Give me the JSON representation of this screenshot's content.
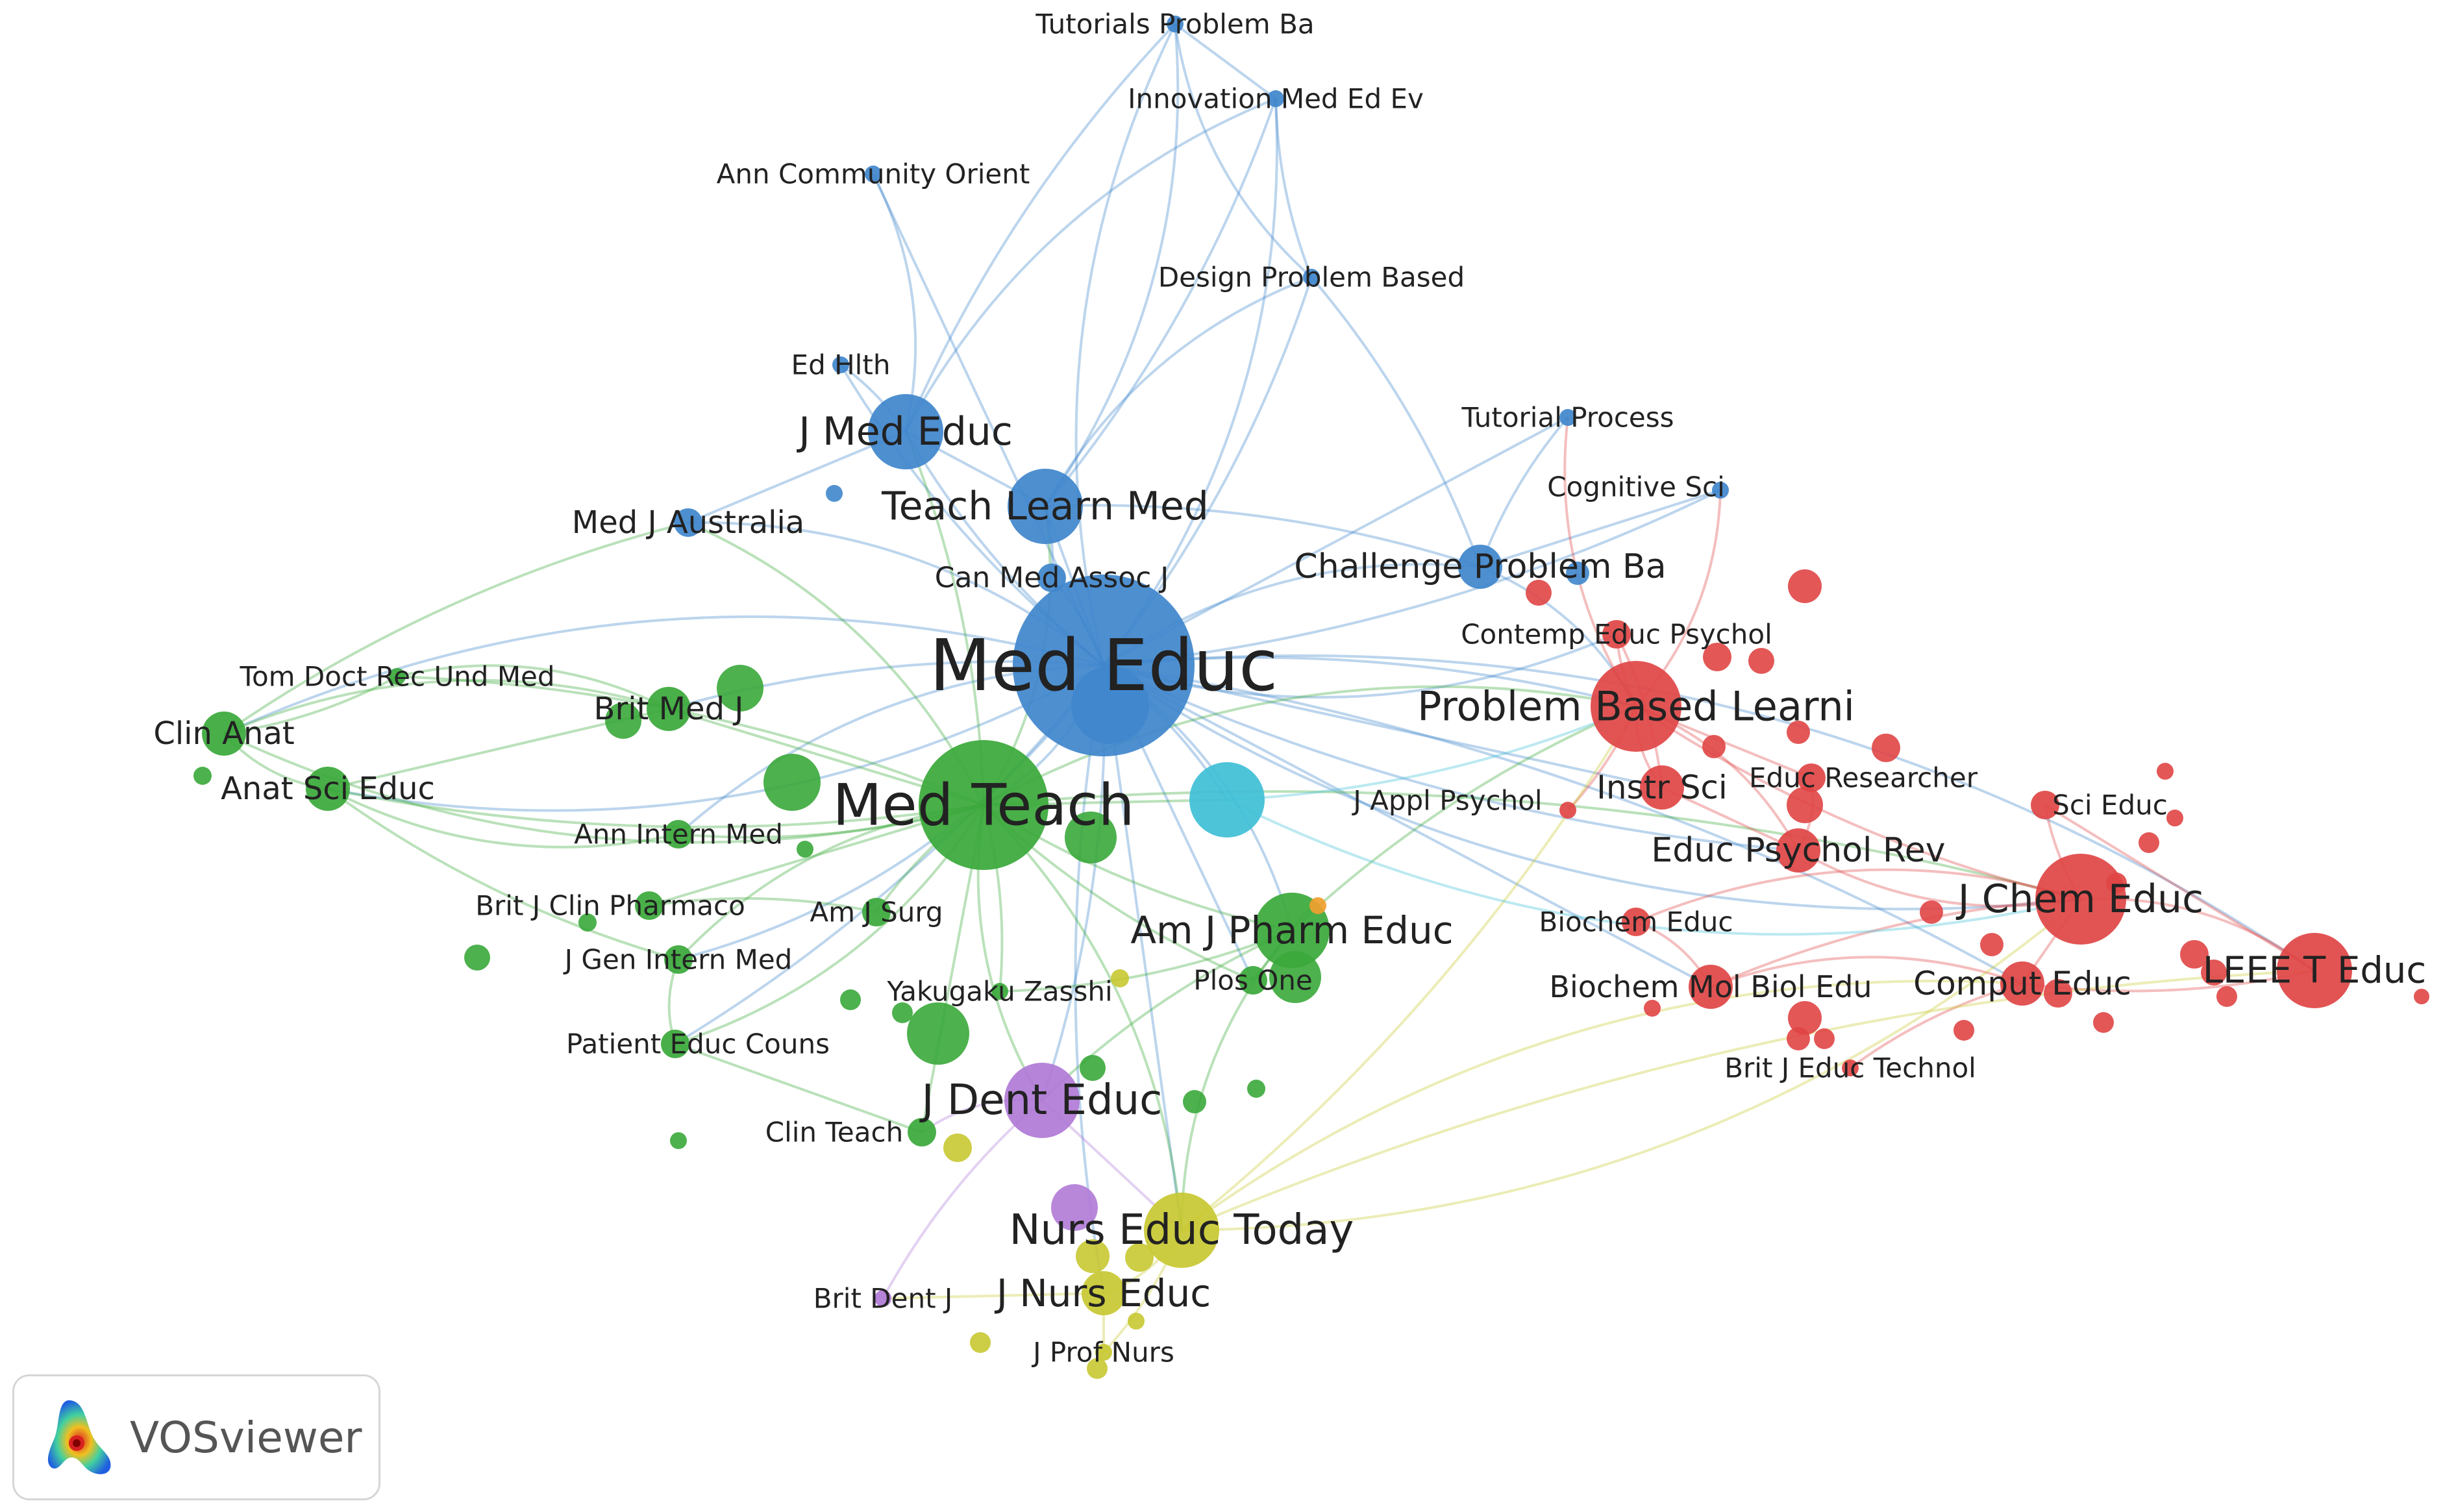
{
  "clusters": {
    "blue": "#3f86cc",
    "red": "#e04545",
    "green": "#3aa83a",
    "yellow": "#c8c832",
    "purple": "#b07ad6",
    "cyan": "#3fbfd6",
    "orange": "#f0a030"
  },
  "nodes": [
    {
      "id": "med-educ",
      "label": "Med Educ",
      "cluster": "blue",
      "size": 10
    },
    {
      "id": "med-teach",
      "label": "Med Teach",
      "cluster": "green",
      "size": 8
    },
    {
      "id": "j-med-educ",
      "label": "J Med Educ",
      "cluster": "blue",
      "size": 4
    },
    {
      "id": "teach-learn-med",
      "label": "Teach Learn Med",
      "cluster": "blue",
      "size": 4
    },
    {
      "id": "can-med-assoc-j",
      "label": "Can Med Assoc J",
      "cluster": "blue",
      "size": 2
    },
    {
      "id": "med-j-australia",
      "label": "Med J Australia",
      "cluster": "blue",
      "size": 2
    },
    {
      "id": "ed-hlth",
      "label": "Ed Hlth",
      "cluster": "blue",
      "size": 1
    },
    {
      "id": "ann-community-orient",
      "label": "Ann Community Orient",
      "cluster": "blue",
      "size": 1
    },
    {
      "id": "tutorials-problem-ba",
      "label": "Tutorials Problem Ba",
      "cluster": "blue",
      "size": 1
    },
    {
      "id": "innovation-med-ed-ev",
      "label": "Innovation Med Ed Ev",
      "cluster": "blue",
      "size": 1
    },
    {
      "id": "design-problem-based",
      "label": "Design Problem Based",
      "cluster": "blue",
      "size": 1
    },
    {
      "id": "tutorial-process",
      "label": "Tutorial Process",
      "cluster": "blue",
      "size": 1
    },
    {
      "id": "cognitive-sci",
      "label": "Cognitive Sci",
      "cluster": "blue",
      "size": 1
    },
    {
      "id": "challenge-problem-ba",
      "label": "Challenge Problem Ba",
      "cluster": "blue",
      "size": 3
    },
    {
      "id": "problem-based-learni",
      "label": "Problem Based Learni",
      "cluster": "red",
      "size": 5
    },
    {
      "id": "contemp-educ-psychol",
      "label": "Contemp Educ Psychol",
      "cluster": "red",
      "size": 2
    },
    {
      "id": "instr-sci",
      "label": "Instr Sci",
      "cluster": "red",
      "size": 3
    },
    {
      "id": "educ-researcher",
      "label": "Educ Researcher",
      "cluster": "red",
      "size": 2
    },
    {
      "id": "educ-psychol-rev",
      "label": "Educ Psychol Rev",
      "cluster": "red",
      "size": 3
    },
    {
      "id": "j-appl-psychol",
      "label": "J Appl Psychol",
      "cluster": "red",
      "size": 1
    },
    {
      "id": "sci-educ",
      "label": "Sci Educ",
      "cluster": "red",
      "size": 2
    },
    {
      "id": "j-chem-educ",
      "label": "J Chem Educ",
      "cluster": "red",
      "size": 5
    },
    {
      "id": "leee-t-educ",
      "label": "LEEE T Educ",
      "cluster": "red",
      "size": 4
    },
    {
      "id": "biochem-educ",
      "label": "Biochem Educ",
      "cluster": "red",
      "size": 2
    },
    {
      "id": "biochem-mol-biol-edu",
      "label": "Biochem Mol Biol Edu",
      "cluster": "red",
      "size": 3
    },
    {
      "id": "comput-educ",
      "label": "Comput Educ",
      "cluster": "red",
      "size": 3
    },
    {
      "id": "brit-j-educ-technol",
      "label": "Brit J Educ Technol",
      "cluster": "red",
      "size": 1
    },
    {
      "id": "tom-doct-rec-und-med",
      "label": "Tom Doct Rec Und Med",
      "cluster": "green",
      "size": 1
    },
    {
      "id": "clin-anat",
      "label": "Clin Anat",
      "cluster": "green",
      "size": 3
    },
    {
      "id": "anat-sci-educ",
      "label": "Anat Sci Educ",
      "cluster": "green",
      "size": 3
    },
    {
      "id": "brit-med-j",
      "label": "Brit Med J",
      "cluster": "green",
      "size": 3
    },
    {
      "id": "ann-intern-med",
      "label": "Ann Intern Med",
      "cluster": "green",
      "size": 2
    },
    {
      "id": "brit-j-clin-pharmaco",
      "label": "Brit J Clin Pharmaco",
      "cluster": "green",
      "size": 2
    },
    {
      "id": "am-j-surg",
      "label": "Am J Surg",
      "cluster": "green",
      "size": 2
    },
    {
      "id": "j-gen-intern-med",
      "label": "J Gen Intern Med",
      "cluster": "green",
      "size": 2
    },
    {
      "id": "patient-educ-couns",
      "label": "Patient Educ Couns",
      "cluster": "green",
      "size": 2
    },
    {
      "id": "yakugaku-zasshi",
      "label": "Yakugaku Zasshi",
      "cluster": "green",
      "size": 1
    },
    {
      "id": "am-j-pharm-educ",
      "label": "Am J Pharm Educ",
      "cluster": "green",
      "size": 4
    },
    {
      "id": "plos-one",
      "label": "Plos One",
      "cluster": "green",
      "size": 2
    },
    {
      "id": "clin-teach",
      "label": "Clin Teach",
      "cluster": "green",
      "size": 2
    },
    {
      "id": "j-dent-educ",
      "label": "J Dent Educ",
      "cluster": "purple",
      "size": 4
    },
    {
      "id": "brit-dent-j",
      "label": "Brit Dent J",
      "cluster": "purple",
      "size": 1
    },
    {
      "id": "nurs-educ-today",
      "label": "Nurs Educ Today",
      "cluster": "yellow",
      "size": 4
    },
    {
      "id": "j-nurs-educ",
      "label": "J Nurs Educ",
      "cluster": "yellow",
      "size": 3
    },
    {
      "id": "j-prof-nurs",
      "label": "J Prof Nurs",
      "cluster": "yellow",
      "size": 1
    },
    {
      "id": "unlabeled-cyan",
      "label": "",
      "cluster": "cyan",
      "size": 4
    },
    {
      "id": "unlabeled-orange",
      "label": "",
      "cluster": "orange",
      "size": 1
    }
  ],
  "links": [
    [
      "med-educ",
      "med-teach"
    ],
    [
      "med-educ",
      "j-med-educ"
    ],
    [
      "med-educ",
      "teach-learn-med"
    ],
    [
      "med-educ",
      "can-med-assoc-j"
    ],
    [
      "med-educ",
      "med-j-australia"
    ],
    [
      "med-educ",
      "challenge-problem-ba"
    ],
    [
      "med-educ",
      "problem-based-learni"
    ],
    [
      "med-educ",
      "instr-sci"
    ],
    [
      "med-educ",
      "educ-psychol-rev"
    ],
    [
      "med-educ",
      "j-chem-educ"
    ],
    [
      "med-educ",
      "am-j-pharm-educ"
    ],
    [
      "med-educ",
      "j-dent-educ"
    ],
    [
      "med-educ",
      "nurs-educ-today"
    ],
    [
      "med-educ",
      "brit-med-j"
    ],
    [
      "med-educ",
      "clin-anat"
    ],
    [
      "med-educ",
      "anat-sci-educ"
    ],
    [
      "med-educ",
      "unlabeled-cyan"
    ],
    [
      "med-educ",
      "tutorial-process"
    ],
    [
      "med-educ",
      "design-problem-based"
    ],
    [
      "med-educ",
      "innovation-med-ed-ev"
    ],
    [
      "med-educ",
      "tutorials-problem-ba"
    ],
    [
      "med-educ",
      "ed-hlth"
    ],
    [
      "med-educ",
      "ann-community-orient"
    ],
    [
      "med-educ",
      "cognitive-sci"
    ],
    [
      "med-educ",
      "contemp-educ-psychol"
    ],
    [
      "med-educ",
      "leee-t-educ"
    ],
    [
      "med-educ",
      "comput-educ"
    ],
    [
      "med-educ",
      "biochem-mol-biol-edu"
    ],
    [
      "med-educ",
      "j-nurs-educ"
    ],
    [
      "med-educ",
      "ann-intern-med"
    ],
    [
      "med-educ",
      "j-gen-intern-med"
    ],
    [
      "med-educ",
      "patient-educ-couns"
    ],
    [
      "med-educ",
      "plos-one"
    ],
    [
      "med-teach",
      "j-med-educ"
    ],
    [
      "med-teach",
      "teach-learn-med"
    ],
    [
      "med-teach",
      "clin-anat"
    ],
    [
      "med-teach",
      "anat-sci-educ"
    ],
    [
      "med-teach",
      "brit-med-j"
    ],
    [
      "med-teach",
      "am-j-pharm-educ"
    ],
    [
      "med-teach",
      "j-dent-educ"
    ],
    [
      "med-teach",
      "nurs-educ-today"
    ],
    [
      "med-teach",
      "ann-intern-med"
    ],
    [
      "med-teach",
      "brit-j-clin-pharmaco"
    ],
    [
      "med-teach",
      "am-j-surg"
    ],
    [
      "med-teach",
      "j-gen-intern-med"
    ],
    [
      "med-teach",
      "patient-educ-couns"
    ],
    [
      "med-teach",
      "yakugaku-zasshi"
    ],
    [
      "med-teach",
      "clin-teach"
    ],
    [
      "med-teach",
      "tom-doct-rec-und-med"
    ],
    [
      "med-teach",
      "med-j-australia"
    ],
    [
      "med-teach",
      "problem-based-learni"
    ],
    [
      "med-teach",
      "j-chem-educ"
    ],
    [
      "med-teach",
      "unlabeled-cyan"
    ],
    [
      "med-teach",
      "plos-one"
    ],
    [
      "clin-anat",
      "anat-sci-educ"
    ],
    [
      "clin-anat",
      "brit-med-j"
    ],
    [
      "clin-anat",
      "med-j-australia"
    ],
    [
      "anat-sci-educ",
      "brit-med-j"
    ],
    [
      "anat-sci-educ",
      "j-gen-intern-med"
    ],
    [
      "anat-sci-educ",
      "ann-intern-med"
    ],
    [
      "tom-doct-rec-und-med",
      "brit-med-j"
    ],
    [
      "tom-doct-rec-und-med",
      "clin-anat"
    ],
    [
      "j-med-educ",
      "teach-learn-med"
    ],
    [
      "j-med-educ",
      "ed-hlth"
    ],
    [
      "j-med-educ",
      "ann-community-orient"
    ],
    [
      "j-med-educ",
      "innovation-med-ed-ev"
    ],
    [
      "j-med-educ",
      "tutorials-problem-ba"
    ],
    [
      "j-med-educ",
      "med-j-australia"
    ],
    [
      "teach-learn-med",
      "innovation-med-ed-ev"
    ],
    [
      "teach-learn-med",
      "tutorials-problem-ba"
    ],
    [
      "teach-learn-med",
      "design-problem-based"
    ],
    [
      "teach-learn-med",
      "challenge-problem-ba"
    ],
    [
      "innovation-med-ed-ev",
      "tutorials-problem-ba"
    ],
    [
      "innovation-med-ed-ev",
      "design-problem-based"
    ],
    [
      "tutorials-problem-ba",
      "design-problem-based"
    ],
    [
      "challenge-problem-ba",
      "problem-based-learni"
    ],
    [
      "challenge-problem-ba",
      "tutorial-process"
    ],
    [
      "challenge-problem-ba",
      "cognitive-sci"
    ],
    [
      "challenge-problem-ba",
      "design-problem-based"
    ],
    [
      "problem-based-learni",
      "instr-sci"
    ],
    [
      "problem-based-learni",
      "educ-psychol-rev"
    ],
    [
      "problem-based-learni",
      "contemp-educ-psychol"
    ],
    [
      "problem-based-learni",
      "educ-researcher"
    ],
    [
      "problem-based-learni",
      "j-chem-educ"
    ],
    [
      "problem-based-learni",
      "cognitive-sci"
    ],
    [
      "problem-based-learni",
      "tutorial-process"
    ],
    [
      "problem-based-learni",
      "j-appl-psychol"
    ],
    [
      "instr-sci",
      "educ-psychol-rev"
    ],
    [
      "instr-sci",
      "contemp-educ-psychol"
    ],
    [
      "educ-psychol-rev",
      "educ-researcher"
    ],
    [
      "j-chem-educ",
      "leee-t-educ"
    ],
    [
      "j-chem-educ",
      "sci-educ"
    ],
    [
      "j-chem-educ",
      "comput-educ"
    ],
    [
      "j-chem-educ",
      "biochem-mol-biol-edu"
    ],
    [
      "j-chem-educ",
      "biochem-educ"
    ],
    [
      "j-chem-educ",
      "educ-psychol-rev"
    ],
    [
      "leee-t-educ",
      "comput-educ"
    ],
    [
      "leee-t-educ",
      "sci-educ"
    ],
    [
      "comput-educ",
      "brit-j-educ-technol"
    ],
    [
      "comput-educ",
      "biochem-mol-biol-edu"
    ],
    [
      "biochem-educ",
      "biochem-mol-biol-edu"
    ],
    [
      "am-j-pharm-educ",
      "yakugaku-zasshi"
    ],
    [
      "am-j-pharm-educ",
      "plos-one"
    ],
    [
      "am-j-pharm-educ",
      "j-dent-educ"
    ],
    [
      "am-j-pharm-educ",
      "nurs-educ-today"
    ],
    [
      "am-j-pharm-educ",
      "unlabeled-orange"
    ],
    [
      "am-j-pharm-educ",
      "problem-based-learni"
    ],
    [
      "j-dent-educ",
      "nurs-educ-today"
    ],
    [
      "j-dent-educ",
      "brit-dent-j"
    ],
    [
      "j-dent-educ",
      "clin-teach"
    ],
    [
      "nurs-educ-today",
      "j-nurs-educ"
    ],
    [
      "nurs-educ-today",
      "j-prof-nurs"
    ],
    [
      "j-nurs-educ",
      "j-prof-nurs"
    ],
    [
      "nurs-educ-today",
      "problem-based-learni"
    ],
    [
      "nurs-educ-today",
      "j-chem-educ"
    ],
    [
      "nurs-educ-today",
      "comput-educ"
    ],
    [
      "nurs-educ-today",
      "leee-t-educ"
    ],
    [
      "j-nurs-educ",
      "brit-dent-j"
    ],
    [
      "unlabeled-cyan",
      "problem-based-learni"
    ],
    [
      "unlabeled-cyan",
      "j-chem-educ"
    ],
    [
      "patient-educ-couns",
      "j-gen-intern-med"
    ],
    [
      "brit-j-clin-pharmaco",
      "am-j-surg"
    ],
    [
      "clin-teach",
      "patient-educ-couns"
    ],
    [
      "can-med-assoc-j",
      "teach-learn-med"
    ]
  ],
  "branding": {
    "text": "VOSviewer",
    "icon": "vosviewer-logo-icon"
  }
}
